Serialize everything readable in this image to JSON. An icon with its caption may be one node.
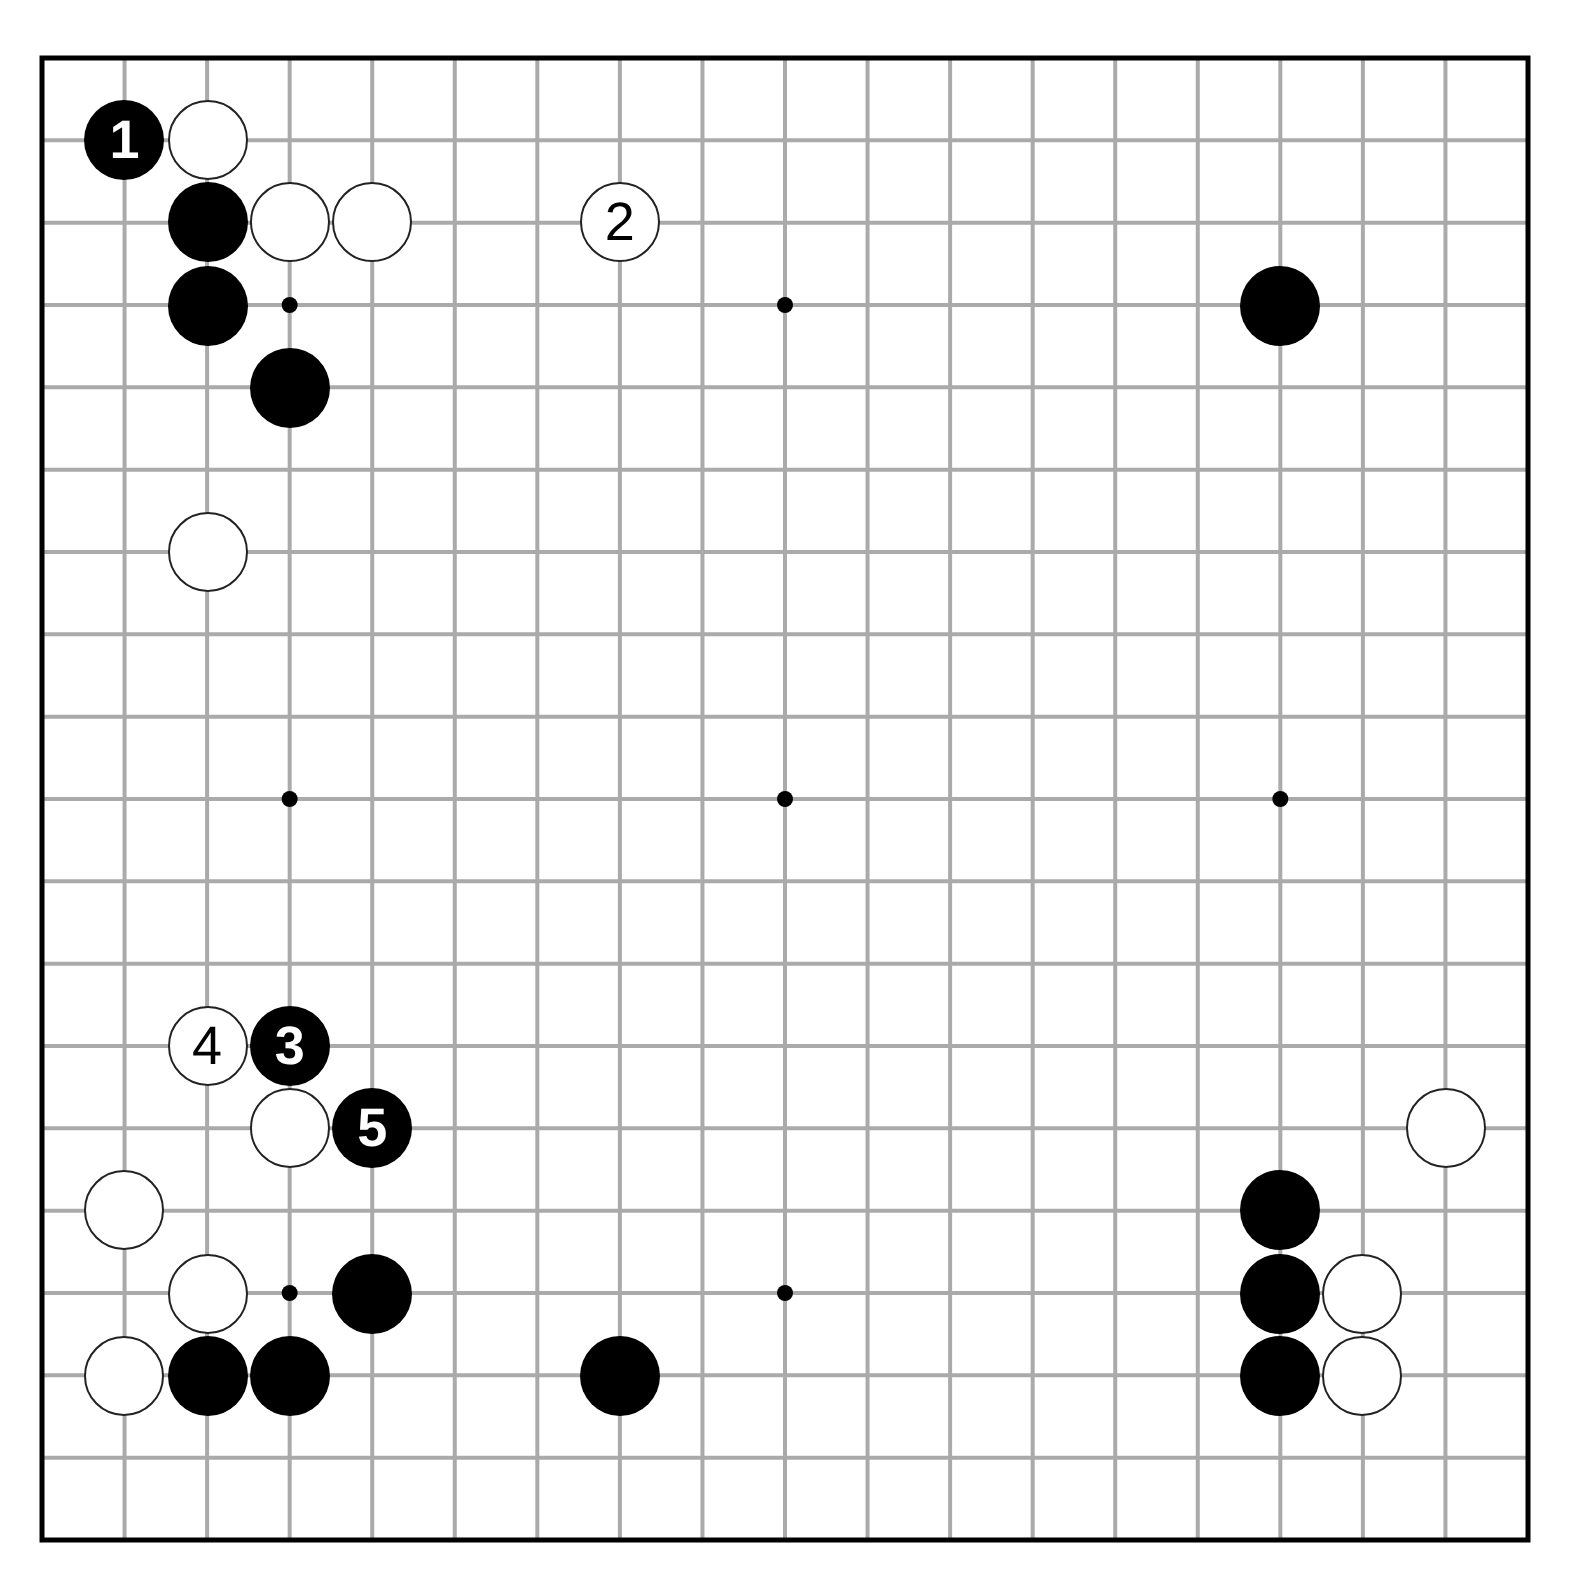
{
  "diagram": {
    "nodes": [
      {
        "text": [
          "1"
        ]
      },
      {
        "text": [],
        "shape": "circle"
      },
      {
        "text": [],
        "shape": "circle"
      },
      {
        "text": [],
        "shape": "circle"
      },
      {
        "text": [],
        "shape": "circle"
      },
      {
        "text": [
          "2"
        ]
      },
      {
        "text": [],
        "shape": "circle"
      },
      {
        "text": [],
        "shape": "circle"
      },
      {
        "text": [],
        "shape": "circle"
      },
      {
        "text": [],
        "shape": "circle"
      },
      {
        "text": [
          "4"
        ]
      },
      {
        "text": [
          "3"
        ]
      },
      {
        "text": [],
        "shape": "circle"
      },
      {
        "text": [
          "5"
        ]
      },
      {
        "text": [],
        "shape": "circle"
      },
      {
        "text": [],
        "shape": "circle"
      },
      {
        "text": [],
        "shape": "circle"
      },
      {
        "text": [],
        "shape": "circle"
      },
      {
        "text": [],
        "shape": "circle"
      },
      {
        "text": [],
        "shape": "circle"
      },
      {
        "text": [],
        "shape": "circle"
      },
      {
        "text": [],
        "shape": "circle"
      },
      {
        "text": [],
        "shape": "circle"
      },
      {
        "text": [],
        "shape": "circle"
      },
      {
        "text": [],
        "shape": "circle"
      },
      {
        "text": [],
        "shape": "circle"
      },
      {
        "text": [],
        "shape": "circle"
      }
    ]
  }
}
